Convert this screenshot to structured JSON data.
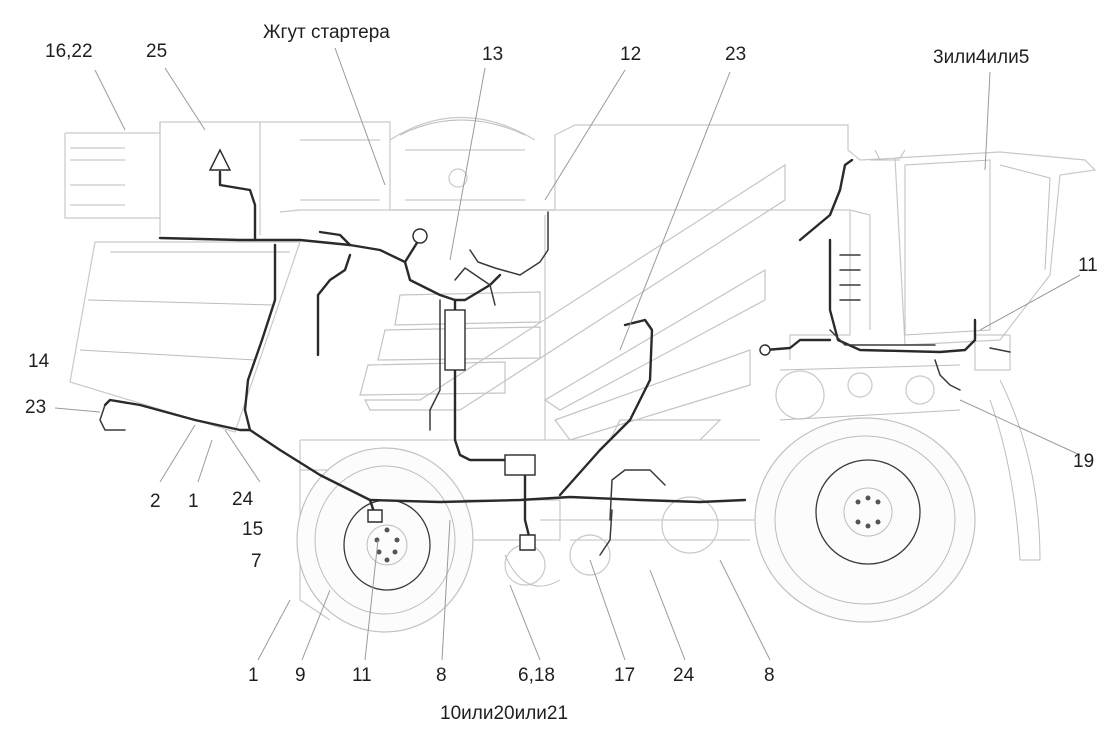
{
  "labels": {
    "harness_starter": "Жгут стартера",
    "l_16_22": "16,22",
    "l_25_top": "25",
    "l_13": "13",
    "l_12": "12",
    "l_23_top": "23",
    "l_3_4_5": "3или4или5",
    "l_11_right": "11",
    "l_19": "19",
    "l_14": "14",
    "l_23_left": "23",
    "l_2": "2",
    "l_1_mid": "1",
    "l_24_mid": "24",
    "l_15": "15",
    "l_7": "7",
    "l_1_bottom": "1",
    "l_9": "9",
    "l_11_bottom": "11",
    "l_8_left": "8",
    "l_6_18": "6,18",
    "l_17": "17",
    "l_24_bottom": "24",
    "l_8_right": "8",
    "l_10_20_21": "10или20или21"
  }
}
